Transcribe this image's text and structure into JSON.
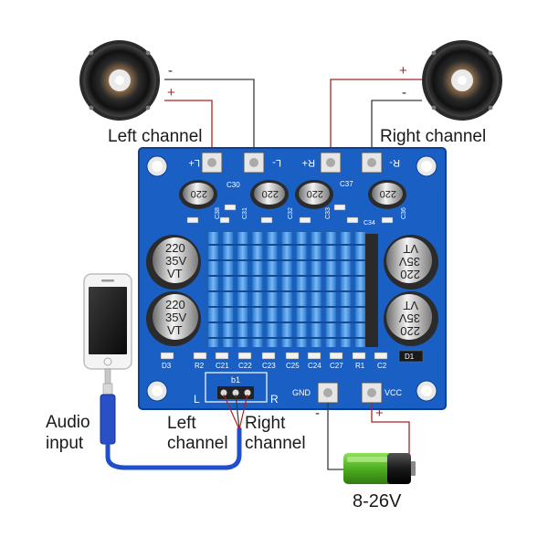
{
  "labels": {
    "left_channel_speaker": "Left channel",
    "right_channel_speaker": "Right channel",
    "audio_input_line1": "Audio",
    "audio_input_line2": "input",
    "left_channel_input_line1": "Left",
    "left_channel_input_line2": "channel",
    "right_channel_input_line1": "Right",
    "right_channel_input_line2": "channel",
    "voltage": "8-26V"
  },
  "polarity": {
    "minus": "-",
    "plus": "+"
  },
  "board": {
    "terminal_l_plus": "L+",
    "terminal_l_minus": "L-",
    "terminal_r_plus": "R+",
    "terminal_r_minus": "R-",
    "gnd": "GND",
    "vcc": "VCC",
    "input_l": "L",
    "input_r": "R",
    "input_header": "b1",
    "cap_value": "220",
    "cap_big_line1": "220",
    "cap_big_line2": "35V",
    "cap_big_line3": "VT",
    "silk": {
      "c30": "C30",
      "c37": "C37",
      "c38": "C38",
      "c31": "C31",
      "c32": "C32",
      "c33": "C33",
      "c34": "C34",
      "c36": "C36",
      "d3": "D3",
      "r2": "R2",
      "c21": "C21",
      "c22": "C22",
      "c23": "C23",
      "c25": "C25",
      "c24": "C24",
      "c27": "C27",
      "r1": "R1",
      "c2": "C2",
      "d1": "D1"
    }
  },
  "colors": {
    "board_blue": "#1a5fc4",
    "board_edge": "#0d3f96",
    "heatsink": "#2f7fd6",
    "wire_red": "#b22222",
    "wire_black": "#3a3a3a",
    "cable_blue": "#1f4fcf",
    "battery_green": "#5bbf2a"
  }
}
